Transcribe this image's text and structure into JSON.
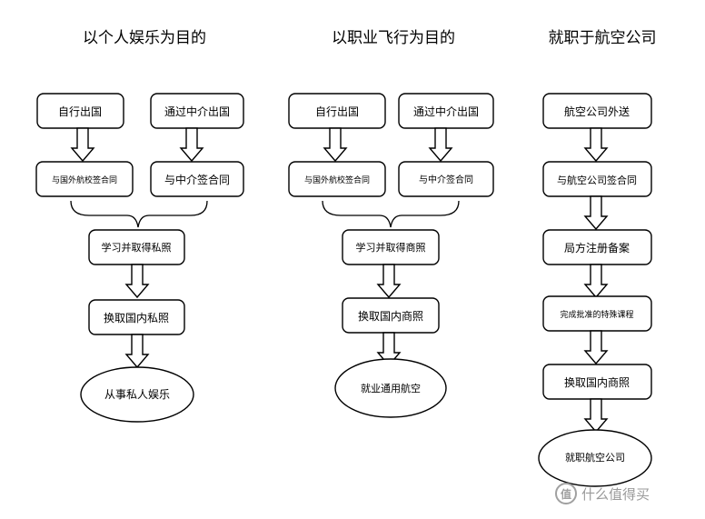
{
  "columns": [
    {
      "title": "以个人娱乐为目的",
      "nodes": {
        "self_abroad": "自行出国",
        "agency_abroad": "通过中介出国",
        "sign_foreign_school": "与国外航校签合同",
        "sign_agency": "与中介签合同",
        "study_license": "学习并取得私照",
        "convert_license": "换取国内私照",
        "outcome": "从事私人娱乐"
      }
    },
    {
      "title": "以职业飞行为目的",
      "nodes": {
        "self_abroad": "自行出国",
        "agency_abroad": "通过中介出国",
        "sign_foreign_school": "与国外航校签合同",
        "sign_agency": "与中介签合同",
        "study_license": "学习并取得商照",
        "convert_license": "换取国内商照",
        "outcome": "就业通用航空"
      }
    },
    {
      "title": "就职于航空公司",
      "nodes": {
        "airline_sponsor": "航空公司外送",
        "sign_airline": "与航空公司签合同",
        "bureau_register": "局方注册备案",
        "approved_course": "完成批准的特殊课程",
        "convert_license": "换取国内商照",
        "outcome": "就职航空公司"
      }
    }
  ],
  "watermark": "什么值得买"
}
